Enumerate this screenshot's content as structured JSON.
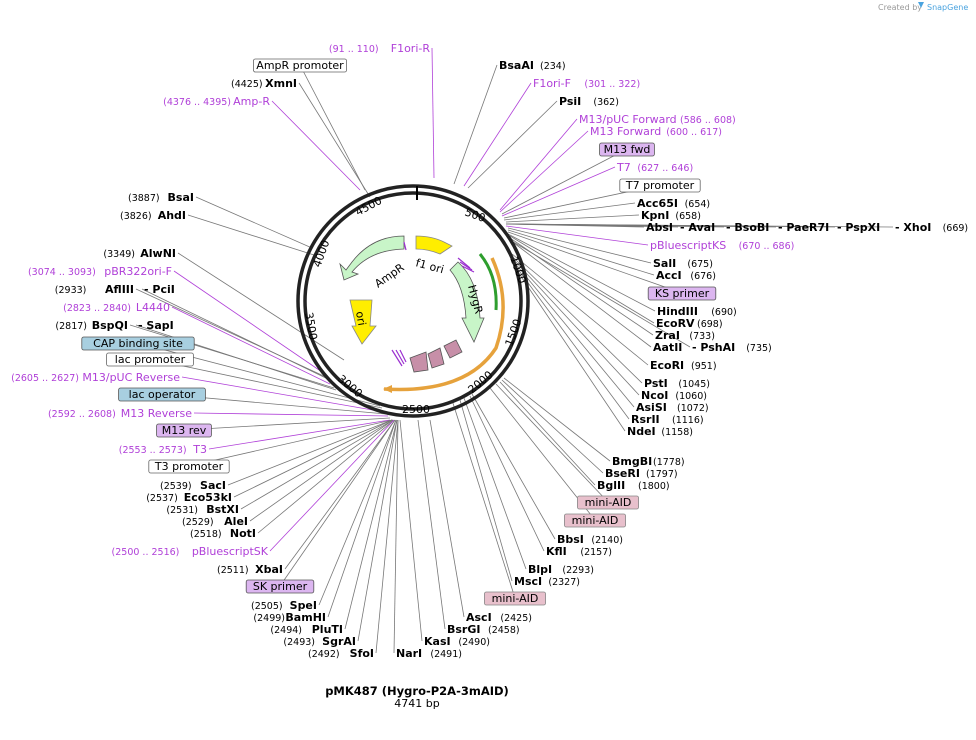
{
  "brand": {
    "created_by": "Created by",
    "name": "SnapGene"
  },
  "plasmid": {
    "name": "pMK487 (Hygro-P2A-3mAID)",
    "length": "4741 bp",
    "length_bp": 4741
  },
  "ticks": [
    "500",
    "1000",
    "1500",
    "2000",
    "2500",
    "3000",
    "3500",
    "4000",
    "4500"
  ],
  "features": {
    "f1_ori": "f1 ori",
    "hygr": "HygR",
    "ampr": "AmpR",
    "ori": "ori"
  },
  "labels": [
    {
      "text": "F1ori-R",
      "pos": "(91 .. 110)",
      "kind": "primer"
    },
    {
      "text": "AmpR promoter",
      "kind": "box"
    },
    {
      "text": "XmnI",
      "pos": "(4425)",
      "kind": "enzyme"
    },
    {
      "text": "Amp-R",
      "pos": "(4376 .. 4395)",
      "kind": "primer"
    },
    {
      "text": "BsaI",
      "pos": "(3887)",
      "kind": "enzyme"
    },
    {
      "text": "AhdI",
      "pos": "(3826)",
      "kind": "enzyme"
    },
    {
      "text": "AlwNI",
      "pos": "(3349)",
      "kind": "enzyme"
    },
    {
      "text": "pBR322ori-F",
      "pos": "(3074 .. 3093)",
      "kind": "primer"
    },
    {
      "text": "AflIII",
      "pos": "(2933)",
      "kind": "enzyme"
    },
    {
      "text": "- PciI",
      "kind": "enzyme"
    },
    {
      "text": "L4440",
      "pos": "(2823 .. 2840)",
      "kind": "primer"
    },
    {
      "text": "BspQI",
      "pos": "(2817)",
      "kind": "enzyme"
    },
    {
      "text": "- SapI",
      "kind": "enzyme"
    },
    {
      "text": "CAP binding site",
      "kind": "box-teal"
    },
    {
      "text": "lac promoter",
      "kind": "box"
    },
    {
      "text": "M13/pUC Reverse",
      "pos": "(2605 .. 2627)",
      "kind": "primer"
    },
    {
      "text": "lac operator",
      "kind": "box-teal"
    },
    {
      "text": "M13 Reverse",
      "pos": "(2592 .. 2608)",
      "kind": "primer"
    },
    {
      "text": "M13 rev",
      "kind": "box-purple"
    },
    {
      "text": "T3",
      "pos": "(2553 .. 2573)",
      "kind": "primer"
    },
    {
      "text": "T3 promoter",
      "kind": "box"
    },
    {
      "text": "SacI",
      "pos": "(2539)",
      "kind": "enzyme"
    },
    {
      "text": "Eco53kI",
      "pos": "(2537)",
      "kind": "enzyme"
    },
    {
      "text": "BstXI",
      "pos": "(2531)",
      "kind": "enzyme"
    },
    {
      "text": "AleI",
      "pos": "(2529)",
      "kind": "enzyme"
    },
    {
      "text": "NotI",
      "pos": "(2518)",
      "kind": "enzyme"
    },
    {
      "text": "pBluescriptSK",
      "pos": "(2500 .. 2516)",
      "kind": "primer"
    },
    {
      "text": "XbaI",
      "pos": "(2511)",
      "kind": "enzyme"
    },
    {
      "text": "SK primer",
      "kind": "box-purple"
    },
    {
      "text": "SpeI",
      "pos": "(2505)",
      "kind": "enzyme"
    },
    {
      "text": "BamHI",
      "pos": "(2499)",
      "kind": "enzyme"
    },
    {
      "text": "PluTI",
      "pos": "(2494)",
      "kind": "enzyme"
    },
    {
      "text": "SgrAI",
      "pos": "(2493)",
      "kind": "enzyme"
    },
    {
      "text": "SfoI",
      "pos": "(2492)",
      "kind": "enzyme"
    },
    {
      "text": "NarI",
      "pos": "(2491)",
      "kind": "enzyme"
    },
    {
      "text": "KasI",
      "pos": "(2490)",
      "kind": "enzyme"
    },
    {
      "text": "BsrGI",
      "pos": "(2458)",
      "kind": "enzyme"
    },
    {
      "text": "AscI",
      "pos": "(2425)",
      "kind": "enzyme"
    },
    {
      "text": "mini-AID",
      "kind": "box-mauve"
    },
    {
      "text": "MscI",
      "pos": "(2327)",
      "kind": "enzyme"
    },
    {
      "text": "BlpI",
      "pos": "(2293)",
      "kind": "enzyme"
    },
    {
      "text": "KflI",
      "pos": "(2157)",
      "kind": "enzyme"
    },
    {
      "text": "BbsI",
      "pos": "(2140)",
      "kind": "enzyme"
    },
    {
      "text": "mini-AID",
      "kind": "box-mauve"
    },
    {
      "text": "mini-AID",
      "kind": "box-mauve"
    },
    {
      "text": "BglII",
      "pos": "(1800)",
      "kind": "enzyme"
    },
    {
      "text": "BseRI",
      "pos": "(1797)",
      "kind": "enzyme"
    },
    {
      "text": "BmgBI",
      "pos": "(1778)",
      "kind": "enzyme"
    },
    {
      "text": "NdeI",
      "pos": "(1158)",
      "kind": "enzyme"
    },
    {
      "text": "RsrII",
      "pos": "(1116)",
      "kind": "enzyme"
    },
    {
      "text": "AsiSI",
      "pos": "(1072)",
      "kind": "enzyme"
    },
    {
      "text": "NcoI",
      "pos": "(1060)",
      "kind": "enzyme"
    },
    {
      "text": "PstI",
      "pos": "(1045)",
      "kind": "enzyme"
    },
    {
      "text": "EcoRI",
      "pos": "(951)",
      "kind": "enzyme"
    },
    {
      "text": "AatII",
      "kind": "enzyme"
    },
    {
      "text": "- PshAI",
      "pos": "(735)",
      "kind": "enzyme"
    },
    {
      "text": "ZraI",
      "pos": "(733)",
      "kind": "enzyme"
    },
    {
      "text": "EcoRV",
      "pos": "(698)",
      "kind": "enzyme"
    },
    {
      "text": "HindIII",
      "pos": "(690)",
      "kind": "enzyme"
    },
    {
      "text": "KS primer",
      "kind": "box-purple"
    },
    {
      "text": "AccI",
      "pos": "(676)",
      "kind": "enzyme"
    },
    {
      "text": "SalI",
      "pos": "(675)",
      "kind": "enzyme"
    },
    {
      "text": "pBluescriptKS",
      "pos": "(670 .. 686)",
      "kind": "primer"
    },
    {
      "text": "AbsI",
      "kind": "enzyme"
    },
    {
      "text": "- AvaI",
      "kind": "enzyme"
    },
    {
      "text": "- BsoBI",
      "kind": "enzyme"
    },
    {
      "text": "- PaeR7I",
      "kind": "enzyme"
    },
    {
      "text": "- PspXI",
      "kind": "enzyme"
    },
    {
      "text": "- XhoI",
      "pos": "(669)",
      "kind": "enzyme"
    },
    {
      "text": "KpnI",
      "pos": "(658)",
      "kind": "enzyme"
    },
    {
      "text": "Acc65I",
      "pos": "(654)",
      "kind": "enzyme"
    },
    {
      "text": "T7 promoter",
      "kind": "box"
    },
    {
      "text": "T7",
      "pos": "(627 .. 646)",
      "kind": "primer"
    },
    {
      "text": "M13 fwd",
      "kind": "box-purple"
    },
    {
      "text": "M13 Forward",
      "pos": "(600 .. 617)",
      "kind": "primer"
    },
    {
      "text": "M13/pUC Forward",
      "pos": "(586 .. 608)",
      "kind": "primer"
    },
    {
      "text": "PsiI",
      "pos": "(362)",
      "kind": "enzyme"
    },
    {
      "text": "F1ori-F",
      "pos": "(301 .. 322)",
      "kind": "primer"
    },
    {
      "text": "BsaAI",
      "pos": "(234)",
      "kind": "enzyme"
    }
  ]
}
